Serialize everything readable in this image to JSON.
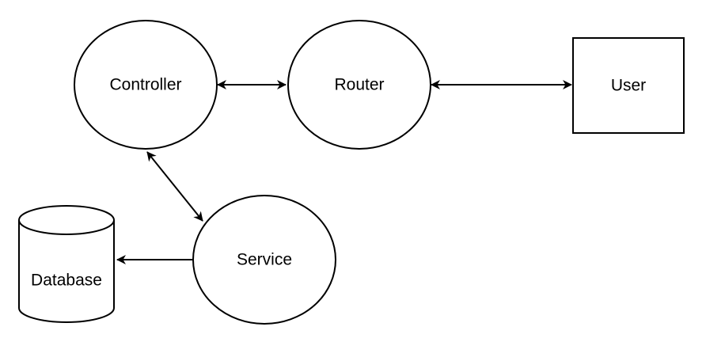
{
  "diagram": {
    "nodes": {
      "controller": {
        "label": "Controller",
        "shape": "ellipse"
      },
      "router": {
        "label": "Router",
        "shape": "ellipse"
      },
      "user": {
        "label": "User",
        "shape": "rectangle"
      },
      "service": {
        "label": "Service",
        "shape": "ellipse"
      },
      "database": {
        "label": "Database",
        "shape": "cylinder"
      }
    },
    "edges": [
      {
        "from": "Controller",
        "to": "Router",
        "direction": "both"
      },
      {
        "from": "Router",
        "to": "User",
        "direction": "both"
      },
      {
        "from": "Controller",
        "to": "Service",
        "direction": "both"
      },
      {
        "from": "Service",
        "to": "Database",
        "direction": "forward"
      }
    ],
    "colors": {
      "stroke": "#000000",
      "fill": "#ffffff",
      "text": "#000000"
    }
  }
}
